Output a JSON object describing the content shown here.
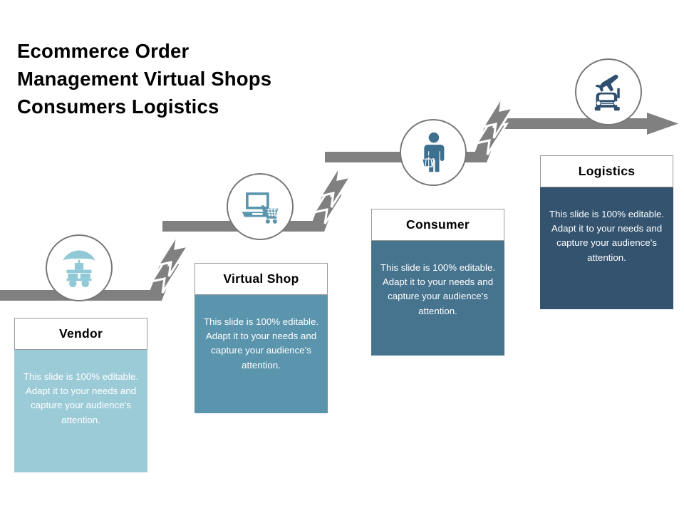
{
  "slide": {
    "title": "Ecommerce Order\nManagement Virtual Shops\nConsumers Logistics",
    "background_color": "#ffffff",
    "arrow_color": "#808080",
    "circle_border_color": "#777777"
  },
  "steps": [
    {
      "key": "vendor",
      "label": "Vendor",
      "body": "This slide is 100% editable. Adapt it to your needs and capture your audience's attention.",
      "icon_name": "market-cart-icon",
      "icon_color": "#92c9d6",
      "body_color": "#9ccbd8",
      "header_text_color": "#000000",
      "body_text_color": "#ffffff"
    },
    {
      "key": "virtual-shop",
      "label": "Virtual Shop",
      "body": "This slide is 100% editable. Adapt it to your needs and capture your audience's attention.",
      "icon_name": "laptop-shopping-cart-icon",
      "icon_color": "#5b95ad",
      "body_color": "#5b95ad",
      "header_text_color": "#000000",
      "body_text_color": "#ffffff"
    },
    {
      "key": "consumer",
      "label": "Consumer",
      "body": "This slide is 100% editable. Adapt it to your needs and capture your audience's attention.",
      "icon_name": "person-with-basket-icon",
      "icon_color": "#3d6f8e",
      "body_color": "#46738e",
      "header_text_color": "#000000",
      "body_text_color": "#ffffff"
    },
    {
      "key": "logistics",
      "label": "Logistics",
      "body": "This slide is 100% editable. Adapt it to your needs and capture your audience's attention.",
      "icon_name": "plane-truck-icon",
      "icon_color": "#2f4f6f",
      "body_color": "#33536f",
      "header_text_color": "#000000",
      "body_text_color": "#ffffff"
    }
  ]
}
